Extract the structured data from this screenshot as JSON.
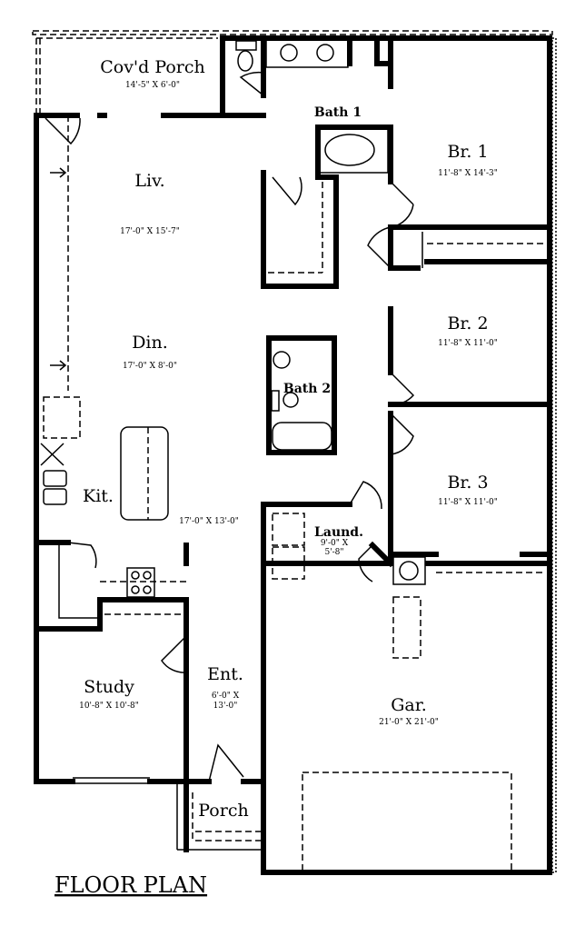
{
  "title": "FLOOR PLAN",
  "rooms": {
    "covd_porch": {
      "name": "Cov'd Porch",
      "dims": "14'-5\" X 6'-0\""
    },
    "bath1": {
      "name": "Bath 1"
    },
    "br1": {
      "name": "Br. 1",
      "dims": "11'-8\" X 14'-3\""
    },
    "liv": {
      "name": "Liv.",
      "dims": "17'-0\" X 15'-7\""
    },
    "din": {
      "name": "Din.",
      "dims": "17'-0\" X 8'-0\""
    },
    "br2": {
      "name": "Br. 2",
      "dims": "11'-8\" X 11'-0\""
    },
    "bath2": {
      "name": "Bath 2"
    },
    "br3": {
      "name": "Br. 3",
      "dims": "11'-8\" X 11'-0\""
    },
    "kit": {
      "name": "Kit.",
      "dims": "17'-0\" X 13'-0\""
    },
    "laund": {
      "name": "Laund.",
      "dims_line1": "9'-0\" X",
      "dims_line2": "5'-8\""
    },
    "study": {
      "name": "Study",
      "dims": "10'-8\" X 10'-8\""
    },
    "ent": {
      "name": "Ent.",
      "dims_line1": "6'-0\" X",
      "dims_line2": "13'-0\""
    },
    "gar": {
      "name": "Gar.",
      "dims": "21'-0\" X 21'-0\""
    },
    "porch": {
      "name": "Porch"
    }
  }
}
